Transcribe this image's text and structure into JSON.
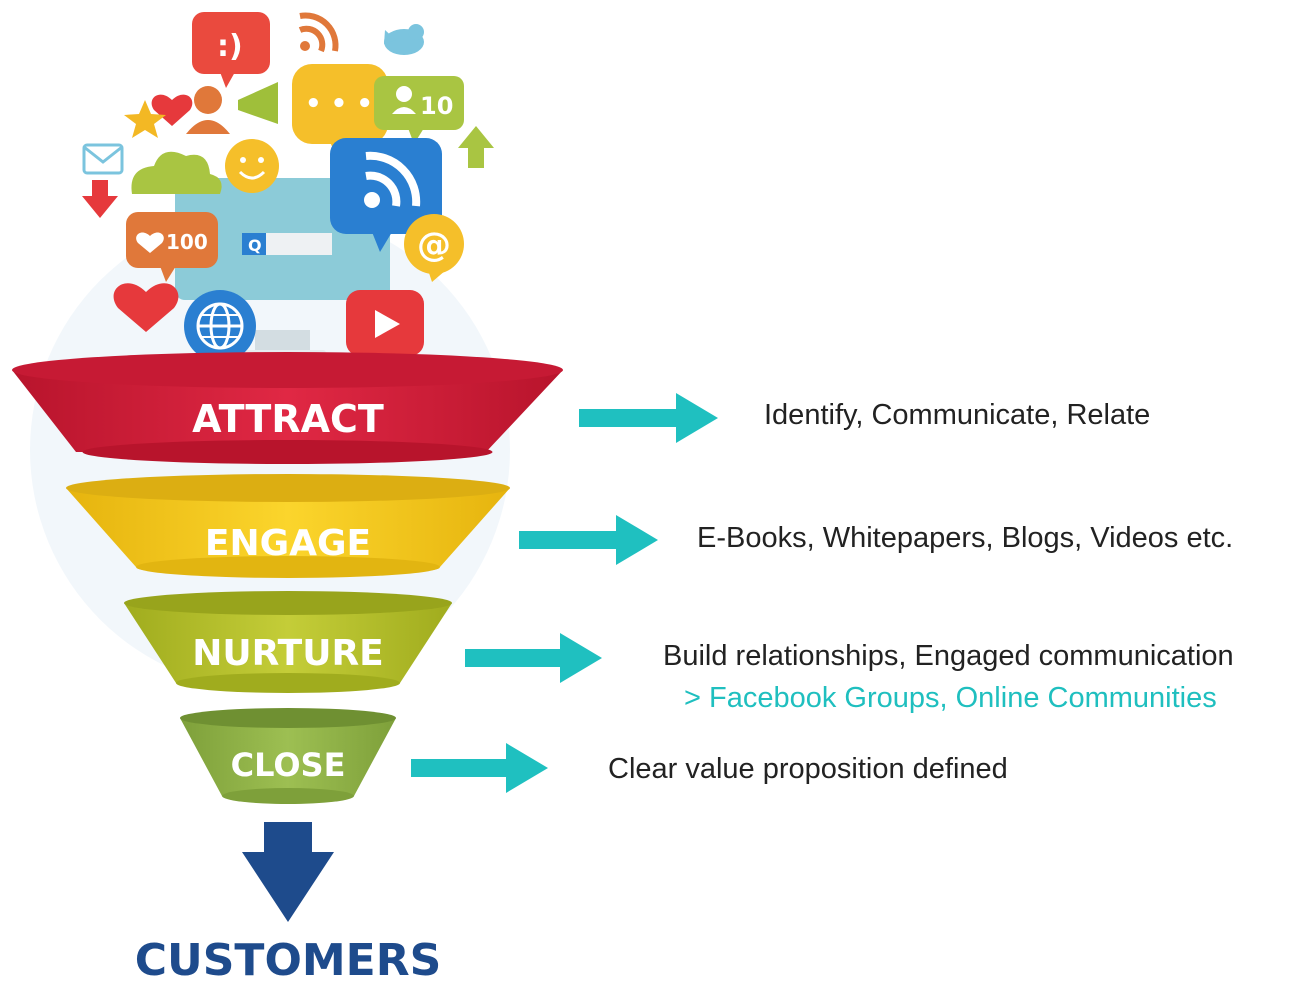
{
  "funnel": {
    "stages": [
      {
        "label": "ATTRACT",
        "description": "Identify, Communicate, Relate",
        "color": "#d2203a"
      },
      {
        "label": "ENGAGE",
        "description": "E-Books, Whitepapers, Blogs, Videos etc.",
        "color": "#f3c619"
      },
      {
        "label": "NURTURE",
        "description": "Build relationships, Engaged communication",
        "sub_description": "> Facebook Groups, Online Communities",
        "color": "#b4be2a"
      },
      {
        "label": "CLOSE",
        "description": "Clear value proposition defined",
        "color": "#8cb045"
      }
    ],
    "result": "CUSTOMERS",
    "arrow_color": "#1fc0c0",
    "result_color": "#1e4b8c",
    "sub_description_color": "#1fbfbf"
  },
  "icons": {
    "smiley_text": ":)",
    "chat_dots_text": "• • •",
    "followers_count": "10",
    "likes_count": "100",
    "at_symbol": "@",
    "search_symbol": "Q"
  }
}
